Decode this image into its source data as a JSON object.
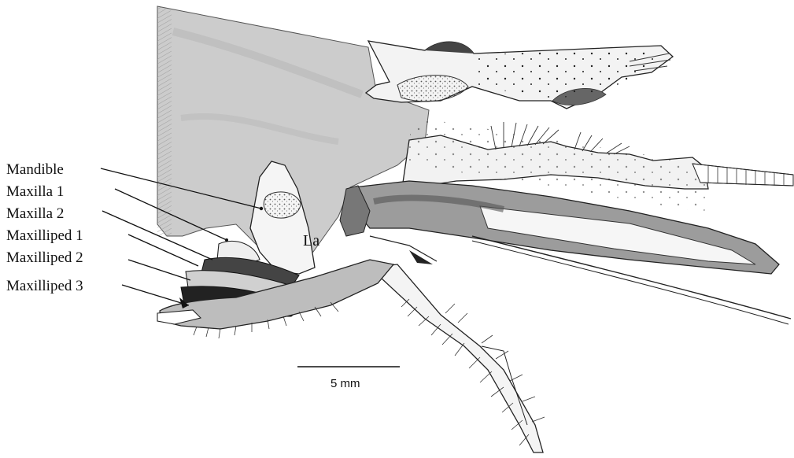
{
  "figure": {
    "labels": [
      {
        "id": "mandible",
        "text": "Mandible"
      },
      {
        "id": "maxilla-1",
        "text": "Maxilla 1"
      },
      {
        "id": "maxilla-2",
        "text": "Maxilla 2"
      },
      {
        "id": "maxilliped-1",
        "text": "Maxilliped 1"
      },
      {
        "id": "maxilliped-2",
        "text": "Maxilliped 2"
      },
      {
        "id": "maxilliped-3",
        "text": "Maxilliped 3"
      }
    ],
    "inline_label": "La",
    "scale_bar": {
      "text": "5 mm"
    },
    "colors": {
      "shading": "#c9c9c9",
      "ink": "#111111",
      "background": "#ffffff"
    }
  }
}
